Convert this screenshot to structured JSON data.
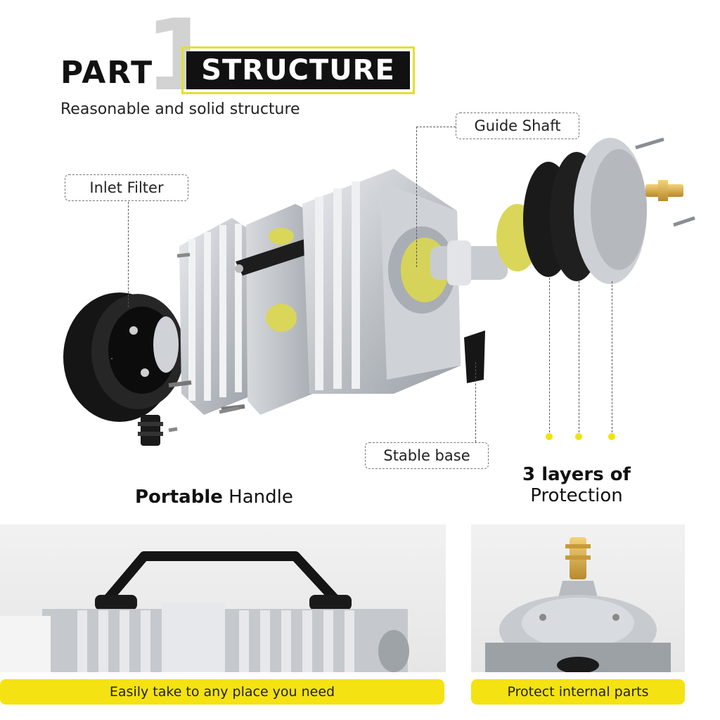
{
  "header": {
    "big_number": "1",
    "part_word": "PART",
    "section_title": "STRUCTURE",
    "subtitle": "Reasonable and solid structure"
  },
  "callouts": {
    "inlet_filter": "Inlet Filter",
    "guide_shaft": "Guide Shaft",
    "stable_base": "Stable base"
  },
  "features": {
    "handle_bold": "Portable",
    "handle_rest": " Handle",
    "layers_line1": "3 layers of",
    "layers_line2": "Protection"
  },
  "banners": {
    "left": "Easily take to any place you need",
    "right": "Protect internal parts"
  },
  "colors": {
    "accent_yellow": "#f5e212",
    "frame_yellow": "#e4e02a",
    "dark": "#111111",
    "aluminum": "#c9ccd0"
  }
}
